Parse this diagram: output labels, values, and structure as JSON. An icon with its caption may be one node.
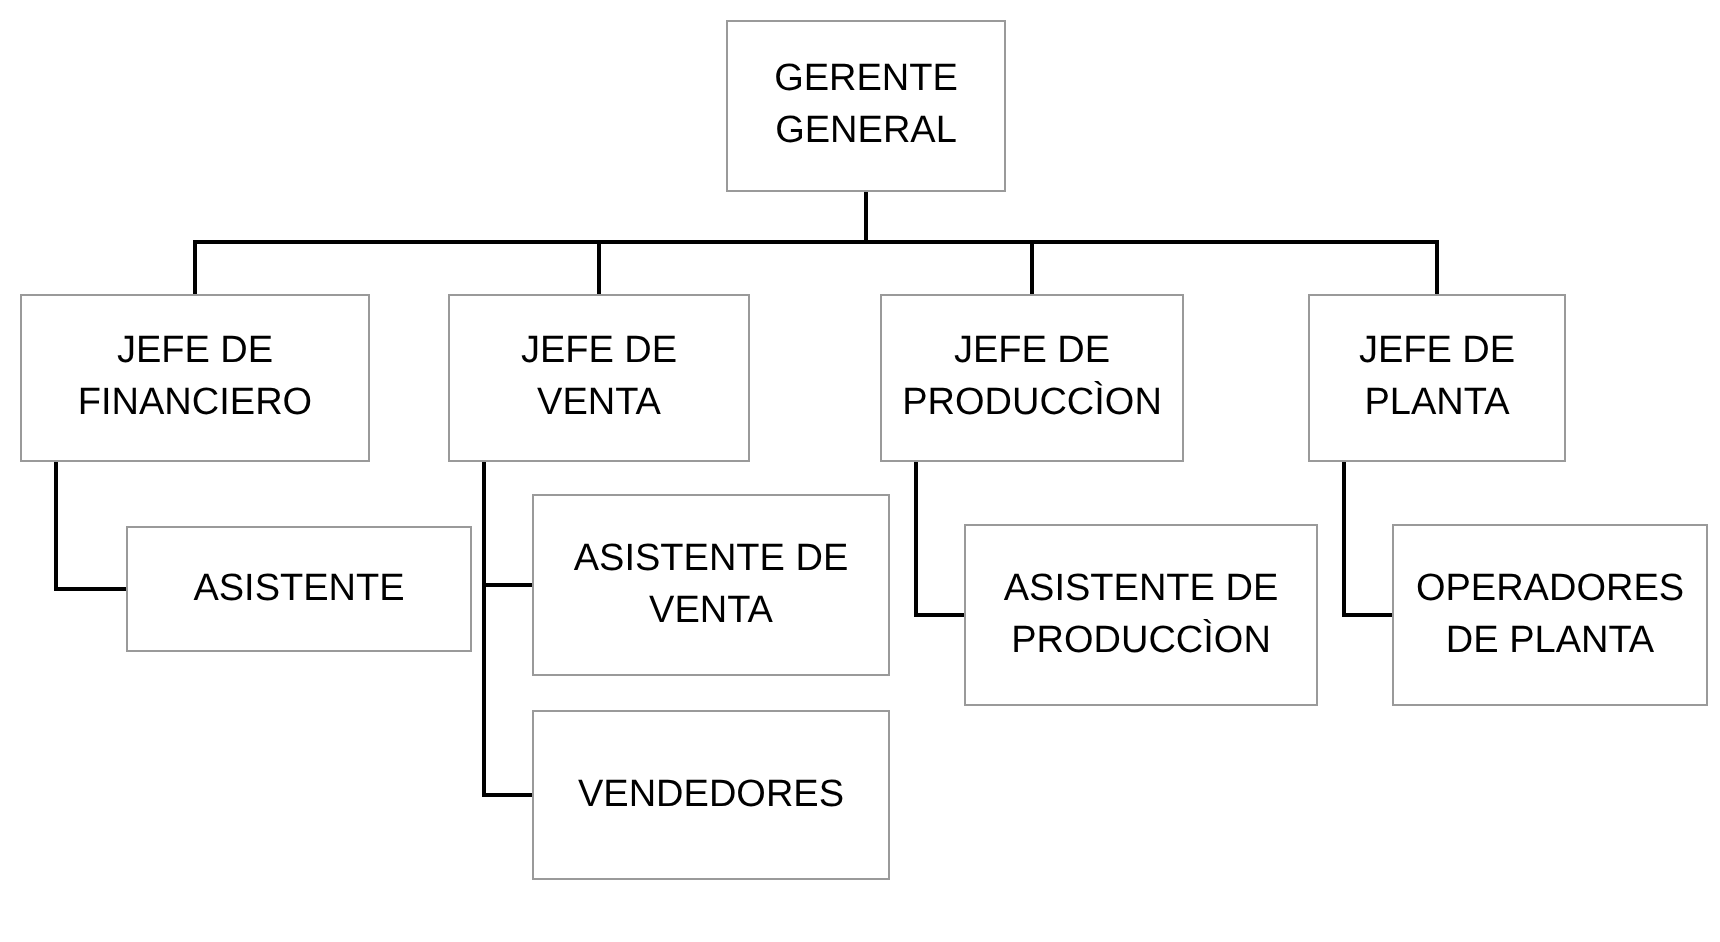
{
  "diagram": {
    "nodes": [
      {
        "text": [
          "GERENTE GENERAL"
        ]
      },
      {
        "text": [
          "JEFE DE FINANCIERO"
        ]
      },
      {
        "text": [
          "JEFE DE VENTA"
        ]
      },
      {
        "text": [
          "JEFE DE PRODUCCÌON"
        ]
      },
      {
        "text": [
          "JEFE DE PLANTA"
        ]
      },
      {
        "text": [
          "ASISTENTE"
        ]
      },
      {
        "text": [
          "ASISTENTE DE VENTA"
        ]
      },
      {
        "text": [
          "VENDEDORES"
        ]
      },
      {
        "text": [
          "ASISTENTE DE PRODUCCÌON"
        ]
      },
      {
        "text": [
          "OPERADORES DE PLANTA"
        ]
      }
    ],
    "edges": [
      {
        "from": 0,
        "to": 1,
        "arrow": "none"
      },
      {
        "from": 0,
        "to": 2,
        "arrow": "none"
      },
      {
        "from": 0,
        "to": 3,
        "arrow": "none"
      },
      {
        "from": 0,
        "to": 4,
        "arrow": "none"
      },
      {
        "from": 1,
        "to": 5,
        "arrow": "none"
      },
      {
        "from": 2,
        "to": 6,
        "arrow": "none"
      },
      {
        "from": 2,
        "to": 7,
        "arrow": "none"
      },
      {
        "from": 3,
        "to": 8,
        "arrow": "none"
      },
      {
        "from": 4,
        "to": 9,
        "arrow": "none"
      }
    ]
  }
}
